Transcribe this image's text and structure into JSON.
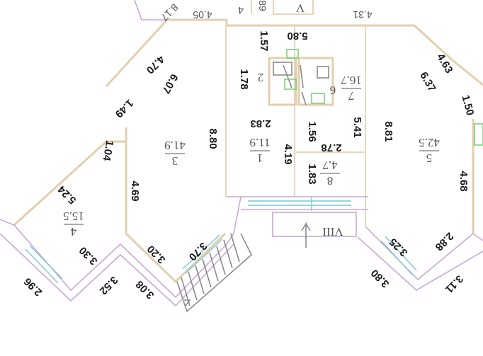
{
  "rooms": [
    {
      "id": "3",
      "area": "41.9"
    },
    {
      "id": "1",
      "area": "11.9"
    },
    {
      "id": "5",
      "area": "42.5"
    },
    {
      "id": "4",
      "area": "15.5"
    },
    {
      "id": "2",
      "area": ""
    },
    {
      "id": "6",
      "area": "16.7"
    },
    {
      "id": "7",
      "area": ""
    },
    {
      "id": "8",
      "area": "4.7"
    }
  ],
  "dims": {
    "d_4_05": "4.05",
    "d_4_31": "4.31",
    "d_8_17": "8.17",
    "d_89": "89",
    "d_4_top": "4",
    "d_5_80": "5.80",
    "d_1_57": "1.57",
    "d_1_78": "1.78",
    "d_4_70": "4.70",
    "d_6_07": "6.07",
    "d_1_49": "1.49",
    "d_1_04": "1.04",
    "d_8_80": "8.80",
    "d_2_83": "2.83",
    "d_1_56": "1.56",
    "d_2_78": "2.78",
    "d_5_41": "5.41",
    "d_4_19": "4.19",
    "d_1_83": "1.83",
    "d_8_81": "8.81",
    "d_4_63": "4.63",
    "d_6_37": "6.37",
    "d_1_50": "1.50",
    "d_4_68": "4.68",
    "d_5_24": "5.24",
    "d_4_69": "4.69",
    "d_3_30": "3.30",
    "d_3_20": "3.20",
    "d_3_70": "3.70",
    "d_2_96": "2.96",
    "d_3_52": "3.52",
    "d_3_08": "3.08",
    "d_3_25": "3.25",
    "d_2_88": "2.88",
    "d_3_80": "3.80",
    "d_3_11": "3.11"
  },
  "labels": {
    "stair_numeral": "VIII",
    "top_numeral": "V"
  }
}
